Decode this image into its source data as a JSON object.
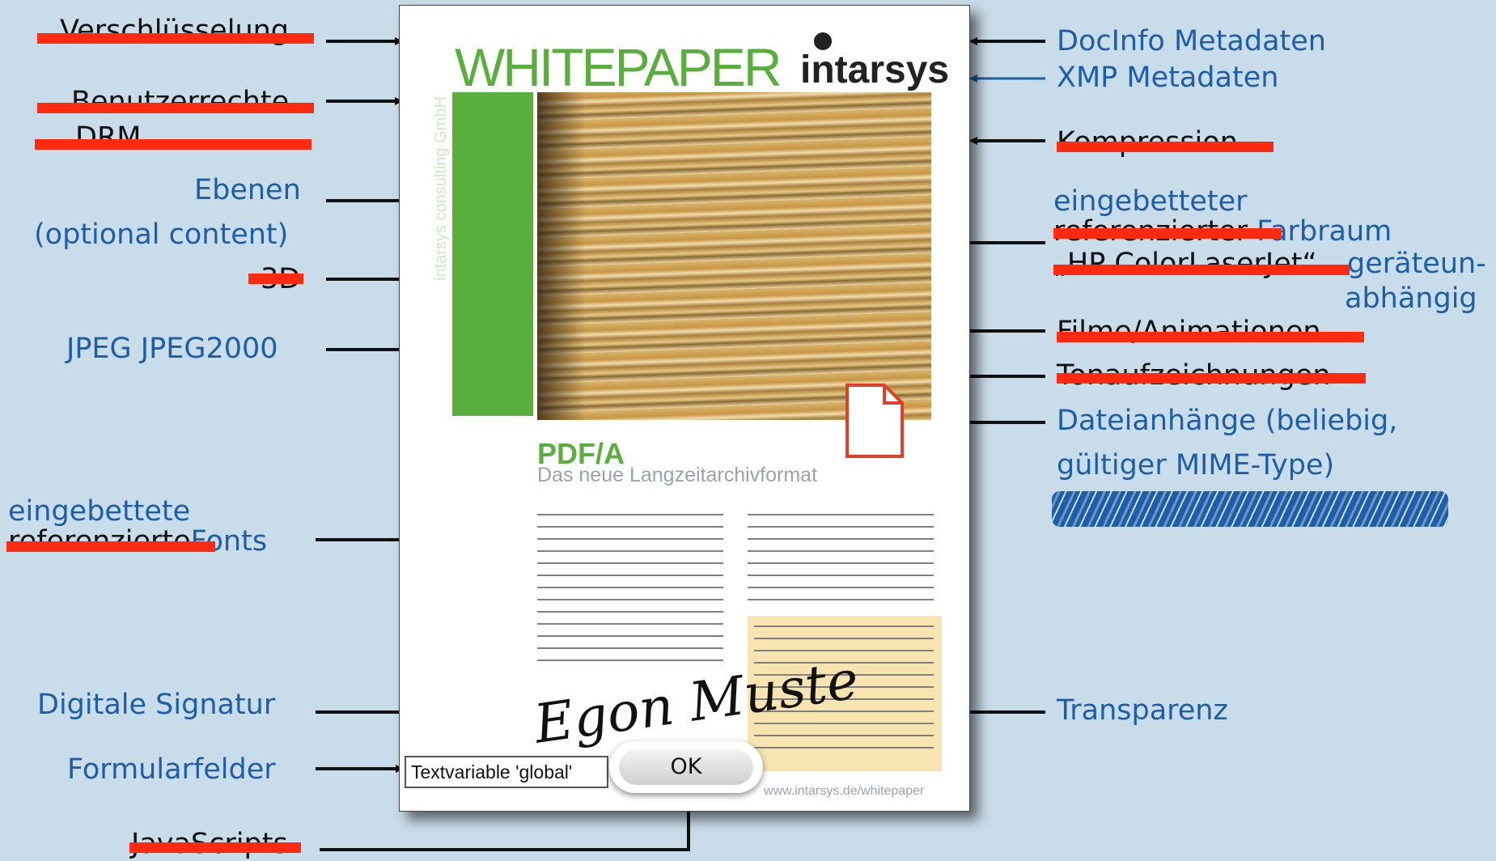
{
  "left_labels": {
    "verschluesselung": "Verschlüsselung",
    "benutzerrechte": "Benutzerrechte",
    "drm": "DRM",
    "ebenen": "Ebenen",
    "optional_content": "(optional content)",
    "d3": "3D",
    "jpeg": "JPEG JPEG2000",
    "fonts_embedded": "eingebettete",
    "fonts_referenced": "referenzierte",
    "fonts": "Fonts",
    "signatur": "Digitale Signatur",
    "formularfelder": "Formularfelder",
    "javascripts": "JavaScripts"
  },
  "right_labels": {
    "docinfo": "DocInfo Metadaten",
    "xmp": "XMP Metadaten",
    "kompression": "Kompression",
    "farbraum_embedded": "eingebetteter",
    "farbraum_referenced": "referenzierter",
    "farbraum": "Farbraum",
    "hp": "„HP ColorLaserJet“",
    "geraeteun": "geräteun-",
    "abhaengig": "abhängig",
    "filme": "Filme/Animationen",
    "ton": "Tonaufzeichnungen",
    "dateianhaenge_1": "Dateianhänge (beliebig,",
    "dateianhaenge_2": "gültiger MIME-Type)",
    "transparenz": "Transparenz"
  },
  "document": {
    "title": "WHITEPAPER",
    "brand": "intarsys",
    "side_text": "intarsys consulting GmbH",
    "pdf_title": "PDF/A",
    "pdf_subtitle": "Das neue Langzeitarchivformat",
    "signature": "Egon Muste",
    "url": "www.intarsys.de/whitepaper"
  },
  "form": {
    "field_value": "Textvariable 'global'",
    "ok_label": "OK"
  },
  "colors": {
    "background": "#c9dce9",
    "label_blue": "#1e5ea6",
    "strike_red": "#ff2a10",
    "doc_green": "#5aaf3c"
  }
}
